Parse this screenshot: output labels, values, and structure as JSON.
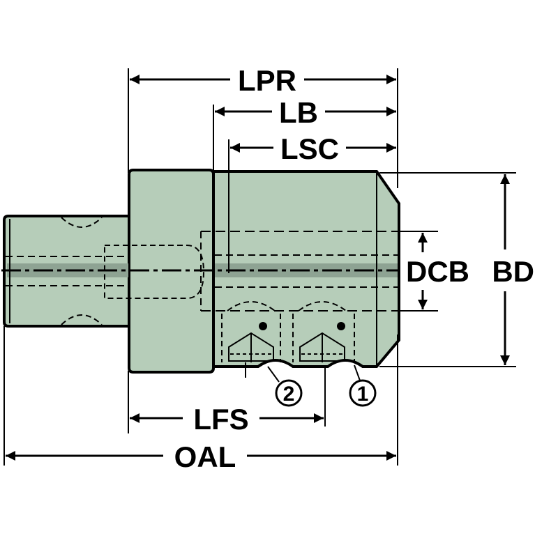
{
  "colors": {
    "body_fill": "#b6cdb9",
    "shading": "#8ea393",
    "line": "#000000",
    "background": "#ffffff"
  },
  "labels": {
    "lpr": "LPR",
    "lb": "LB",
    "lsc": "LSC",
    "dcb": "DCB",
    "bd": "BD",
    "lfs": "LFS",
    "oal": "OAL"
  },
  "callouts": {
    "first": "1",
    "second": "2"
  }
}
